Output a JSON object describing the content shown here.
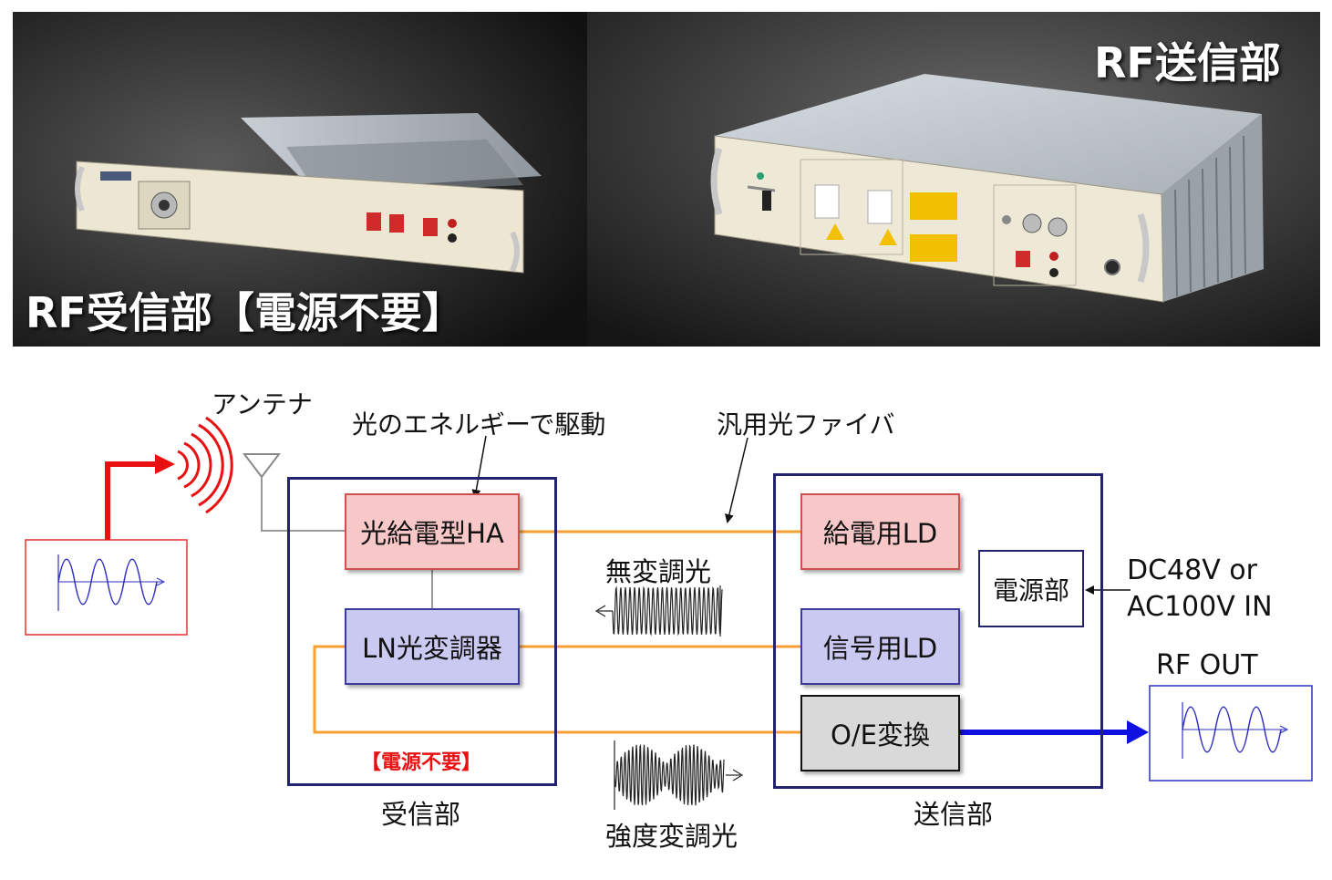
{
  "photo": {
    "receiver_title": "RF受信部【電源不要】",
    "transmitter_title": "RF送信部"
  },
  "diagram": {
    "antenna_label": "アンテナ",
    "optical_drive_label": "光のエネルギーで駆動",
    "fiber_label": "汎用光ファイバ",
    "unmodulated_label": "無変調光",
    "intensity_label": "強度変調光",
    "receiver": {
      "ha_label": "光給電型HA",
      "modulator_label": "LN光変調器",
      "no_power_label": "【電源不要】",
      "unit_label": "受信部"
    },
    "transmitter": {
      "feed_ld_label": "給電用LD",
      "signal_ld_label": "信号用LD",
      "oe_label": "O/E変換",
      "power_label": "電源部",
      "unit_label": "送信部"
    },
    "power_input_line1": "DC48V or",
    "power_input_line2": "AC100V IN",
    "rf_out_label": "RF OUT"
  },
  "colors": {
    "frame": "#22226e",
    "fiber": "#f5a030",
    "rf_in": "#e81010",
    "rf_out": "#1010e0",
    "feed_box": "#f8c8c8",
    "signal_box": "#c9c9f2",
    "oe_box": "#d9d9d9"
  }
}
